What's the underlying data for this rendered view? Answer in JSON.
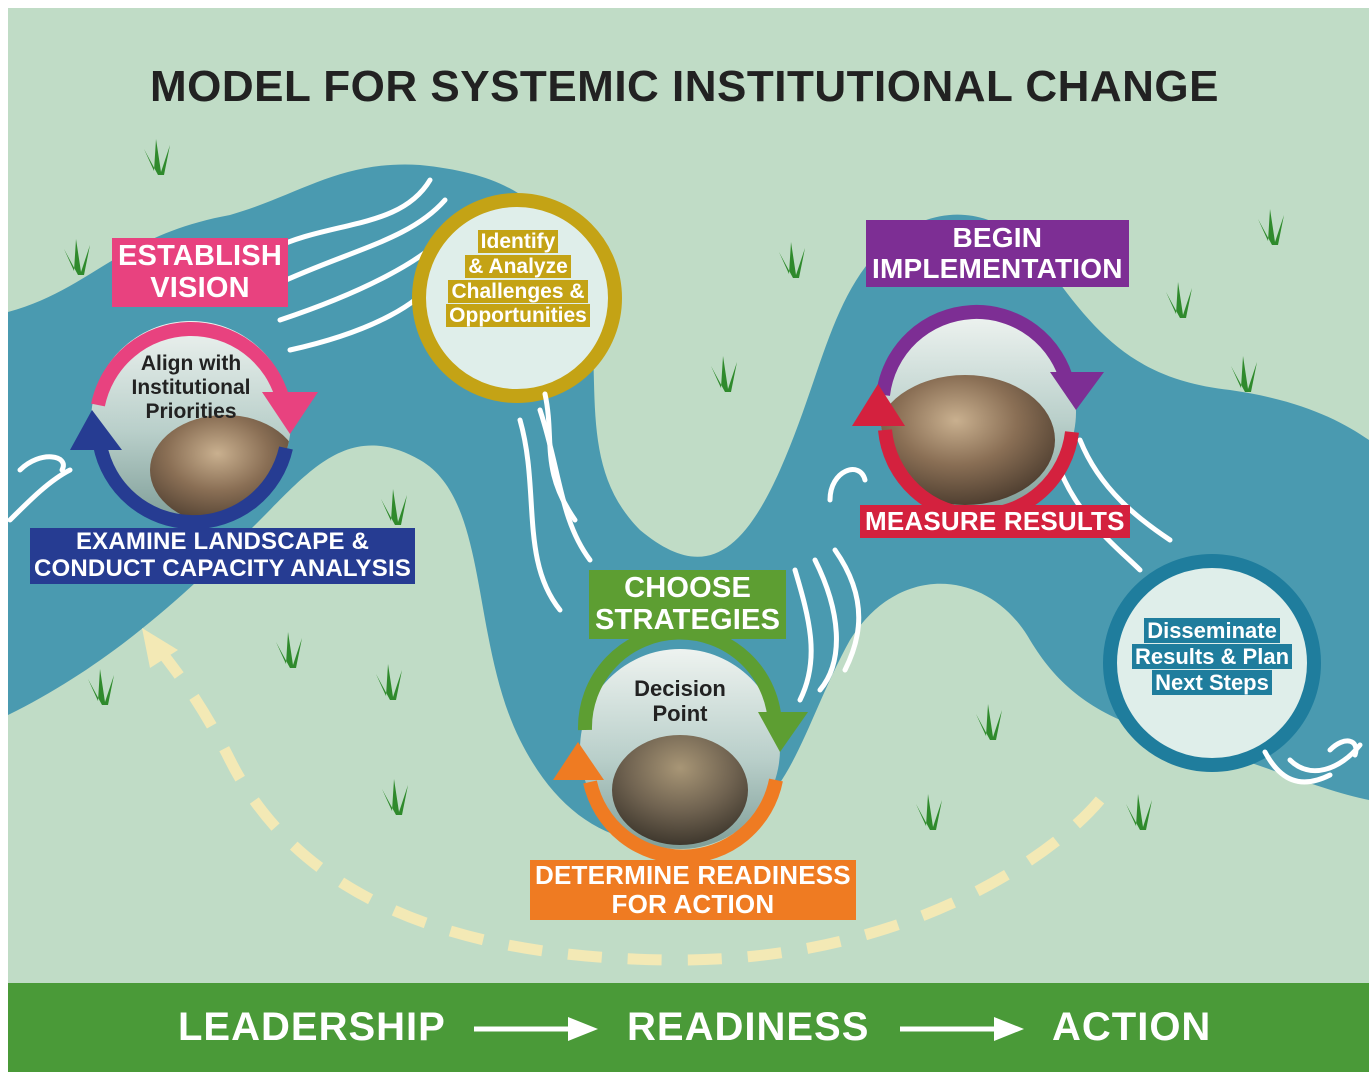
{
  "title": "MODEL FOR SYSTEMIC INSTITUTIONAL CHANGE",
  "colors": {
    "background": "#c0dcc6",
    "river": "#4a9ab0",
    "footer": "#4a9a38",
    "pink": "#e8427f",
    "navy": "#263c92",
    "gold": "#c4a315",
    "green": "#5d9e32",
    "orange": "#ef7b22",
    "purple": "#7d2e94",
    "red": "#d4213e",
    "teal": "#1f7d9d",
    "path_dash": "#f3e9b5"
  },
  "cycles": [
    {
      "id": "vision",
      "top_label": [
        "ESTABLISH",
        "VISION"
      ],
      "top_color": "pink",
      "inner_text": [
        "Align with",
        "Institutional",
        "Priorities"
      ],
      "bottom_label": [
        "EXAMINE LANDSCAPE &",
        "CONDUCT CAPACITY ANALYSIS"
      ],
      "bottom_color": "navy"
    },
    {
      "id": "strategies",
      "top_label": [
        "CHOOSE",
        "STRATEGIES"
      ],
      "top_color": "green",
      "inner_text": [
        "Decision",
        "Point"
      ],
      "bottom_label": [
        "DETERMINE READINESS",
        "FOR ACTION"
      ],
      "bottom_color": "orange"
    },
    {
      "id": "implementation",
      "top_label": [
        "BEGIN",
        "IMPLEMENTATION"
      ],
      "top_color": "purple",
      "inner_text": [],
      "bottom_label": [
        "MEASURE RESULTS"
      ],
      "bottom_color": "red"
    }
  ],
  "bubbles": [
    {
      "id": "identify",
      "text": [
        "Identify",
        "& Analyze",
        "Challenges &",
        "Opportunities"
      ],
      "color": "gold"
    },
    {
      "id": "disseminate",
      "text": [
        "Disseminate",
        "Results & Plan",
        "Next Steps"
      ],
      "color": "teal"
    }
  ],
  "footer": {
    "stages": [
      "LEADERSHIP",
      "READINESS",
      "ACTION"
    ],
    "arrow_glyph": "arrow-right-icon"
  },
  "decorations": {
    "grass_icon": "grass-tuft-icon",
    "rock_icon": "river-rock-photo-icon",
    "flow_icon": "water-flow-line-icon"
  }
}
